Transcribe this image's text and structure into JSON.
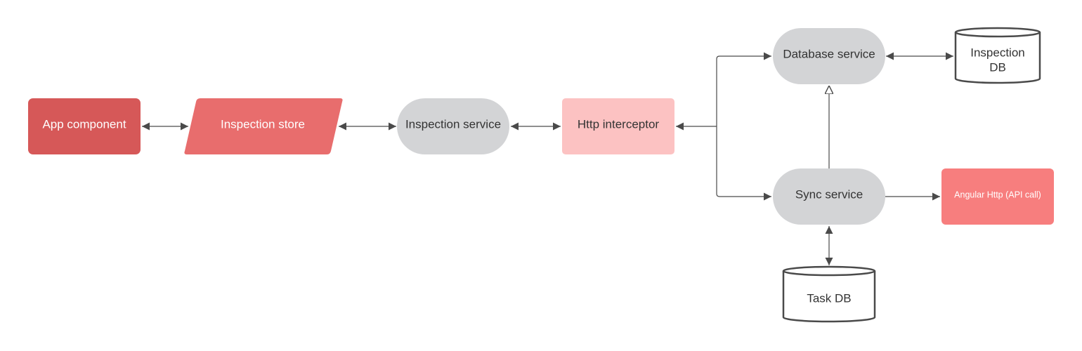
{
  "nodes": {
    "app_component": {
      "label": "App component",
      "shape": "rounded-rectangle",
      "fill": "#d65858",
      "text_color": "#ffffff"
    },
    "inspection_store": {
      "label": "Inspection store",
      "shape": "parallelogram",
      "fill": "#e86d6d",
      "text_color": "#ffffff"
    },
    "inspection_service": {
      "label": "Inspection service",
      "shape": "pill",
      "fill": "#d3d4d6",
      "text_color": "#333333"
    },
    "http_interceptor": {
      "label": "Http interceptor",
      "shape": "rounded-rectangle",
      "fill": "#fcc2c2",
      "text_color": "#333333"
    },
    "database_service": {
      "label": "Database service",
      "shape": "pill",
      "fill": "#d3d4d6",
      "text_color": "#333333"
    },
    "inspection_db": {
      "label_line1": "Inspection",
      "label_line2": "DB",
      "shape": "cylinder",
      "fill": "#ffffff",
      "text_color": "#333333"
    },
    "sync_service": {
      "label": "Sync service",
      "shape": "pill",
      "fill": "#d3d4d6",
      "text_color": "#333333"
    },
    "angular_http": {
      "label": "Angular Http (API call)",
      "shape": "rounded-rectangle",
      "fill": "#f77e7e",
      "text_color": "#ffffff"
    },
    "task_db": {
      "label": "Task DB",
      "shape": "cylinder",
      "fill": "#ffffff",
      "text_color": "#333333"
    }
  },
  "edges": [
    {
      "from": "App component",
      "to": "Inspection store",
      "style": "bidirectional"
    },
    {
      "from": "Inspection store",
      "to": "Inspection service",
      "style": "bidirectional"
    },
    {
      "from": "Inspection service",
      "to": "Http interceptor",
      "style": "bidirectional"
    },
    {
      "from": "Database service / Sync service",
      "to": "Http interceptor",
      "style": "single-arrow"
    },
    {
      "from": "Http interceptor junction",
      "to": "Database service",
      "style": "single-arrow"
    },
    {
      "from": "Http interceptor junction",
      "to": "Sync service",
      "style": "single-arrow"
    },
    {
      "from": "Database service",
      "to": "Inspection DB",
      "style": "bidirectional"
    },
    {
      "from": "Sync service",
      "to": "Database service",
      "style": "hollow-arrow"
    },
    {
      "from": "Sync service",
      "to": "Angular Http (API call)",
      "style": "single-arrow"
    },
    {
      "from": "Sync service",
      "to": "Task DB",
      "style": "bidirectional"
    }
  ],
  "colors": {
    "connector": "#4a4a4a",
    "cylinder_stroke": "#4a4a4a"
  }
}
